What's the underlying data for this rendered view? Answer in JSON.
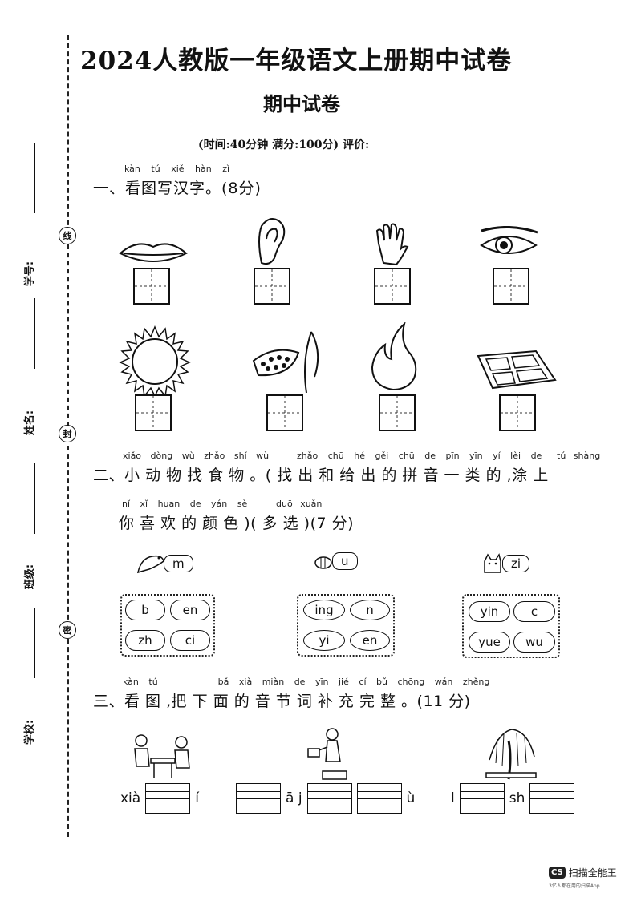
{
  "header": {
    "title": "2024人教版一年级语文上册期中试卷",
    "subtitle": "期中试卷",
    "meta": "(时间:40分钟   满分:100分)   评价:"
  },
  "side": {
    "labels": [
      "学号:",
      "姓名:",
      "班级:",
      "学校:"
    ],
    "seals": [
      "线",
      "封",
      "密"
    ]
  },
  "q1": {
    "pinyin": [
      "kàn",
      "tú",
      "xiě",
      "hàn",
      "zì"
    ],
    "text": "一、看图写汉字。(8分)",
    "items": [
      "lips-icon",
      "ear-icon",
      "hand-icon",
      "eye-icon",
      "sun-icon",
      "rice-icon",
      "fire-icon",
      "field-icon"
    ]
  },
  "q2": {
    "pinyin_line1": [
      "xiǎo",
      "dòng",
      "wù",
      "zhǎo",
      "shí",
      "wù",
      "zhǎo",
      "chū",
      "hé",
      "gěi",
      "chū",
      "de",
      "pīn",
      "yīn",
      "yí",
      "lèi",
      "de",
      "tú",
      "shàng"
    ],
    "line1": "二、小 动 物 找 食 物 。( 找 出 和 给 出 的 拼 音 一 类 的 ,涂 上",
    "pinyin_line2": [
      "nǐ",
      "xǐ",
      "huan",
      "de",
      "yán",
      "sè",
      "duō",
      "xuǎn"
    ],
    "line2": "你 喜 欢 的 颜 色 )( 多 选 )(7 分)",
    "groups": [
      {
        "animal": "bird-icon",
        "tag": "m",
        "options": [
          "b",
          "en",
          "zh",
          "ci"
        ]
      },
      {
        "animal": "bee-icon",
        "tag": "u",
        "options": [
          "ing",
          "n",
          "yi",
          "en"
        ]
      },
      {
        "animal": "cat-icon",
        "tag": "zi",
        "options": [
          "yin",
          "c",
          "yue",
          "wu"
        ]
      }
    ]
  },
  "q3": {
    "pinyin": [
      "kàn",
      "tú",
      "bǎ",
      "xià",
      "miàn",
      "de",
      "yīn",
      "jié",
      "cí",
      "bǔ",
      "chōng",
      "wán",
      "zhěng"
    ],
    "text": "三、看 图 ,把 下 面 的 音 节 词 补 充 完 整 。(11 分)",
    "words": [
      {
        "parts": [
          "xià",
          "BOX",
          "í"
        ]
      },
      {
        "parts": [
          "BOX",
          "ā j",
          "BOX",
          "BOX",
          "ù"
        ]
      },
      {
        "parts": [
          "l",
          "BOX",
          "sh",
          "BOX"
        ]
      }
    ]
  },
  "footer": {
    "logo": "CS",
    "brand": "扫描全能王",
    "tagline": "3亿人都在用的扫描App"
  }
}
